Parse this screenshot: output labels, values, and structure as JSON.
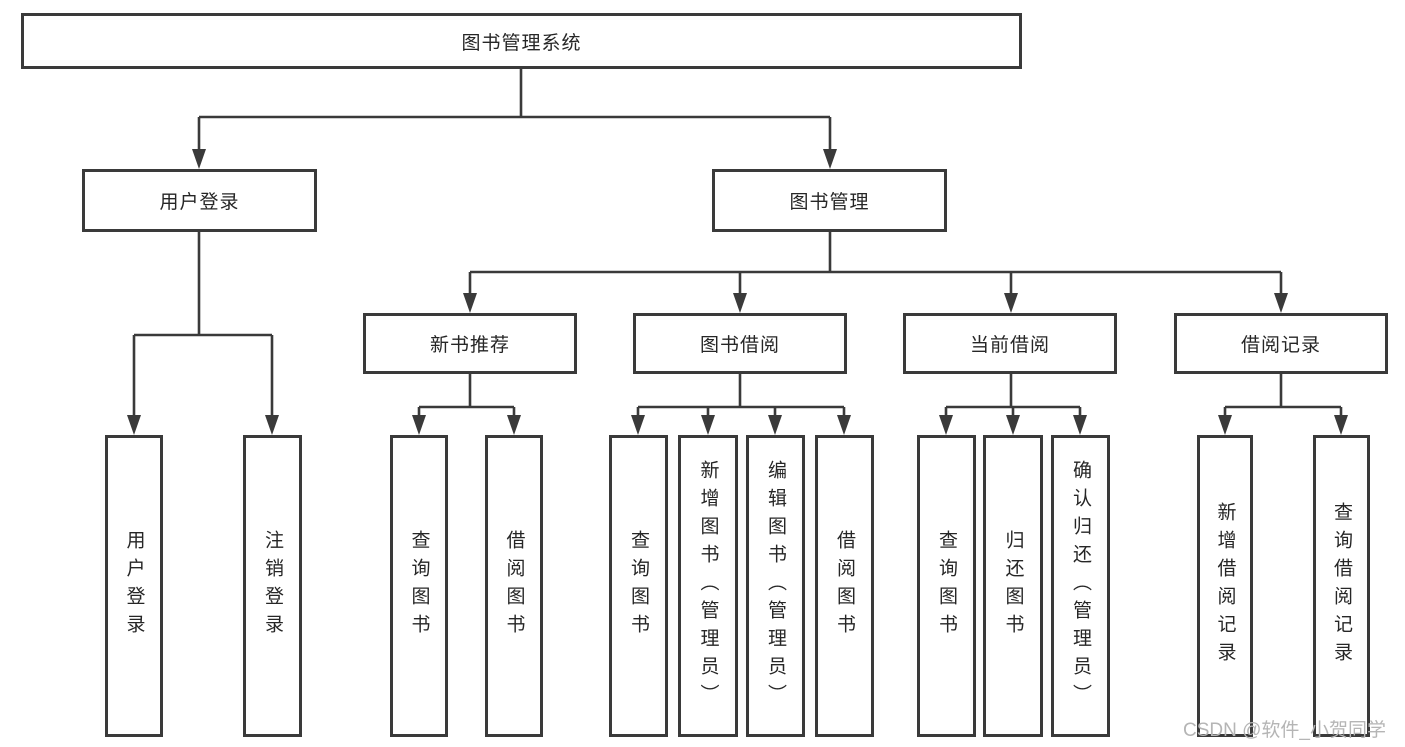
{
  "diagram": {
    "root": {
      "label": "图书管理系统"
    },
    "branches": [
      {
        "label": "用户登录",
        "children": [
          {
            "label": "用户登录"
          },
          {
            "label": "注销登录"
          }
        ]
      },
      {
        "label": "图书管理",
        "children": [
          {
            "label": "新书推荐",
            "children": [
              {
                "label": "查询图书"
              },
              {
                "label": "借阅图书"
              }
            ]
          },
          {
            "label": "图书借阅",
            "children": [
              {
                "label": "查询图书"
              },
              {
                "label": "新增图书（管理员）"
              },
              {
                "label": "编辑图书（管理员）"
              },
              {
                "label": "借阅图书"
              }
            ]
          },
          {
            "label": "当前借阅",
            "children": [
              {
                "label": "查询图书"
              },
              {
                "label": "归还图书"
              },
              {
                "label": "确认归还（管理员）"
              }
            ]
          },
          {
            "label": "借阅记录",
            "children": [
              {
                "label": "新增借阅记录"
              },
              {
                "label": "查询借阅记录"
              }
            ]
          }
        ]
      }
    ]
  },
  "watermark": {
    "text": "CSDN @软件_小贺同学"
  },
  "colors": {
    "line": "#3a3a3a",
    "box_border": "#3a3a3a",
    "text": "#262626",
    "watermark": "#b5b5b5",
    "background": "#ffffff"
  }
}
